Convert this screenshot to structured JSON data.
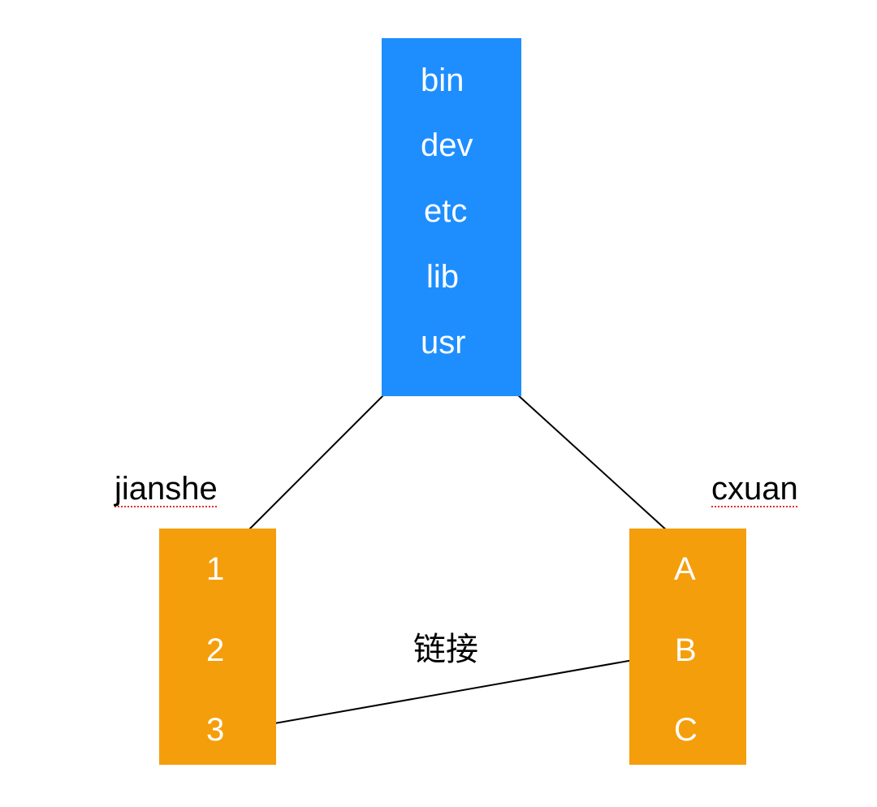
{
  "root": {
    "items": [
      "bin",
      "dev",
      "etc",
      "lib",
      "usr"
    ],
    "color": "#1E8EFF"
  },
  "left_dir": {
    "name": "jianshe",
    "items": [
      "1",
      "2",
      "3"
    ],
    "color": "#F59E0B"
  },
  "right_dir": {
    "name": "cxuan",
    "items": [
      "A",
      "B",
      "C"
    ],
    "color": "#F59E0B"
  },
  "link": {
    "label": "链接"
  }
}
